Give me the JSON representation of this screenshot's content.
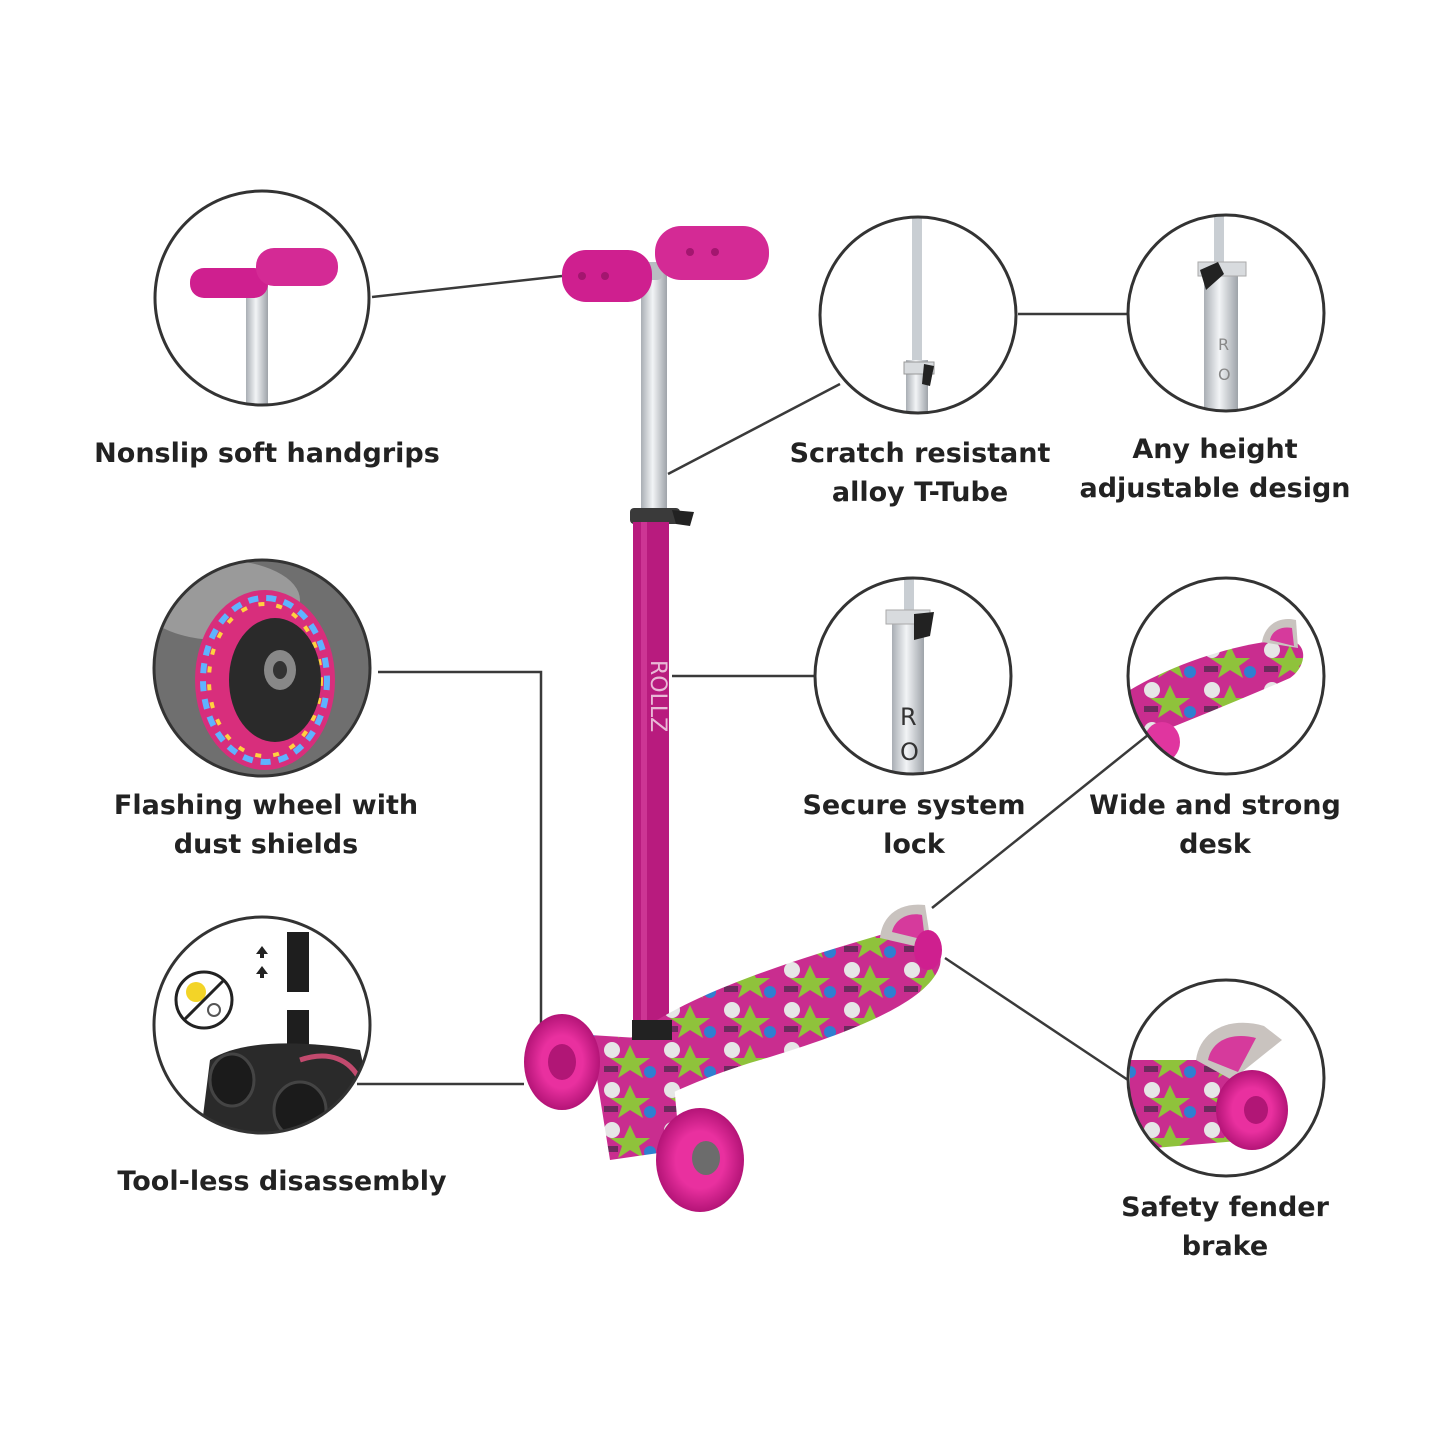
{
  "colors": {
    "magenta": "#cf1f8f",
    "magenta_dark": "#a3166f",
    "line": "#3a3a3a",
    "circle_stroke": "#333333",
    "aluminium": "#cfd3d8",
    "text": "#222222"
  },
  "product": {
    "stem_text": "ROLLZ"
  },
  "features": [
    {
      "id": "handgrips",
      "lines": [
        "Nonslip soft handgrips"
      ],
      "icon": "handgrip-icon"
    },
    {
      "id": "t-tube",
      "lines": [
        "Scratch resistant",
        "alloy T-Tube"
      ],
      "icon": "aluminium-tube-icon"
    },
    {
      "id": "height",
      "lines": [
        "Any height",
        "adjustable design"
      ],
      "icon": "height-clamp-icon"
    },
    {
      "id": "wheel",
      "lines": [
        "Flashing wheel with",
        "dust shields"
      ],
      "icon": "led-wheel-icon"
    },
    {
      "id": "lock",
      "lines": [
        "Secure system",
        "lock"
      ],
      "icon": "lock-clamp-icon"
    },
    {
      "id": "deck",
      "lines": [
        "Wide and strong",
        "desk"
      ],
      "icon": "deck-icon"
    },
    {
      "id": "disassembly",
      "lines": [
        "Tool-less disassembly"
      ],
      "icon": "toolless-icon"
    },
    {
      "id": "brake",
      "lines": [
        "Safety fender",
        "brake"
      ],
      "icon": "fender-brake-icon"
    }
  ]
}
